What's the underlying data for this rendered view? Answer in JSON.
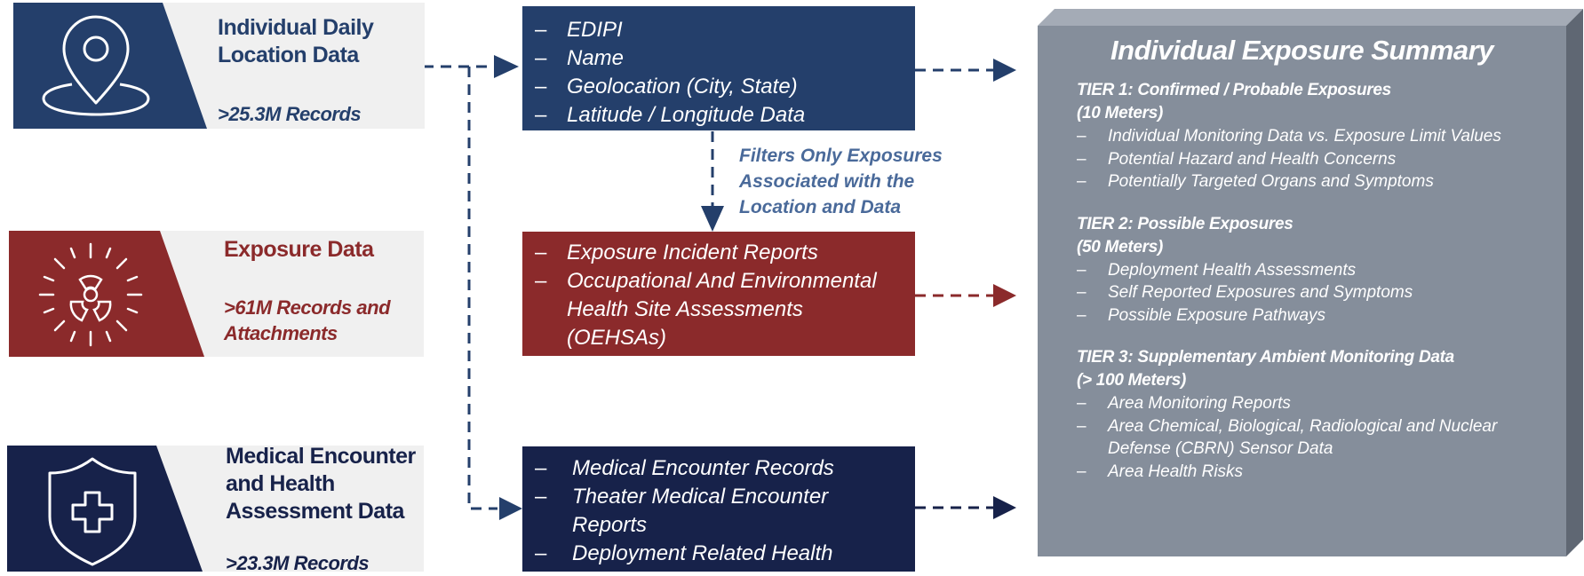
{
  "sources": [
    {
      "title": "Individual Daily Location Data",
      "records": ">25.3M Records",
      "icon": "location-pin-icon"
    },
    {
      "title": "Exposure Data",
      "records": ">61M Records and Attachments",
      "icon": "radiation-icon"
    },
    {
      "title": "Medical Encounter and Health Assessment Data",
      "records": ">23.3M Records",
      "icon": "medical-shield-icon"
    }
  ],
  "location_fields": [
    "EDIPI",
    "Name",
    "Geolocation (City, State)",
    "Latitude / Longitude Data"
  ],
  "filter_note": "Filters Only Exposures Associated with the Location and Data",
  "exposure_items": [
    "Exposure Incident Reports",
    "Occupational And Environmental Health Site Assessments (OEHSAs)"
  ],
  "medical_items": [
    "Medical Encounter Records",
    "Theater Medical Encounter Reports",
    "Deployment Related Health"
  ],
  "summary": {
    "title": "Individual Exposure Summary",
    "tiers": [
      {
        "heading": "TIER 1: Confirmed / Probable Exposures",
        "range": "(10 Meters)",
        "items": [
          "Individual Monitoring Data vs. Exposure Limit Values",
          "Potential Hazard and Health Concerns",
          "Potentially Targeted Organs and Symptoms"
        ]
      },
      {
        "heading": "TIER 2: Possible Exposures",
        "range": "(50 Meters)",
        "items": [
          "Deployment Health Assessments",
          "Self Reported Exposures and Symptoms",
          "Possible Exposure Pathways"
        ]
      },
      {
        "heading": "TIER 3: Supplementary Ambient Monitoring Data",
        "range": "(> 100 Meters)",
        "items": [
          "Area Monitoring Reports",
          "Area Chemical, Biological, Radiological and Nuclear Defense (CBRN) Sensor Data",
          "Area Health Risks"
        ]
      }
    ]
  },
  "colors": {
    "navy": "#243f6b",
    "red": "#8b2a2b",
    "dark_navy": "#17224a",
    "summary_gray": "#858e9b",
    "note": "#4a6a9a"
  }
}
